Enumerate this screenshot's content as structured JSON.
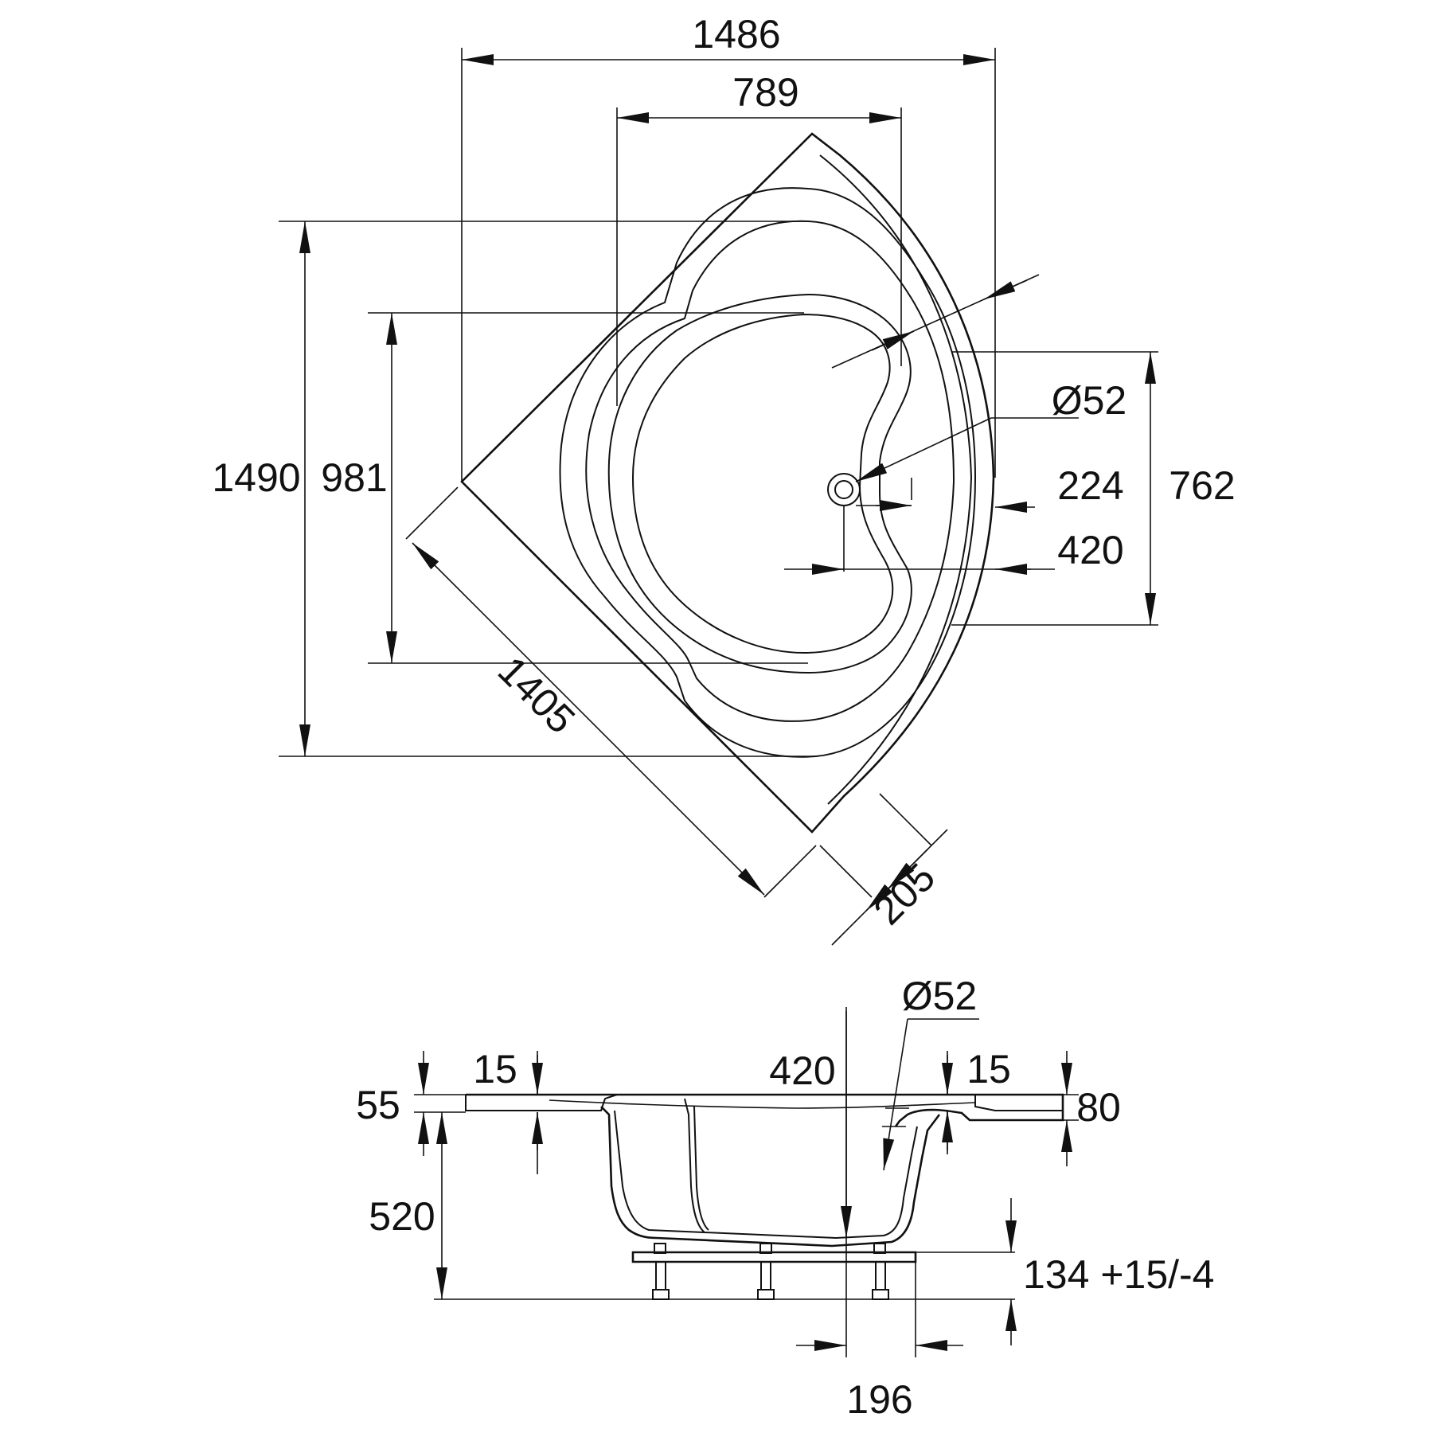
{
  "plan_view": {
    "width_overall": "1486",
    "width_inner": "789",
    "depth_overall": "1490",
    "depth_inner": "981",
    "side_length": "1405",
    "corner_cut": "205",
    "drain_diameter": "Ø52",
    "drain_offset_a": "224",
    "drain_offset_b": "420",
    "front_panel": "762"
  },
  "section_view": {
    "drain_diameter": "Ø52",
    "rim_left": "15",
    "rim_right": "15",
    "drain_offset": "420",
    "rim_height": "55",
    "rim_drop": "80",
    "basin_height": "520",
    "legs_height": "134 +15/-4",
    "drain_distance": "196"
  },
  "colors": {
    "line": "#111111",
    "background": "#ffffff"
  }
}
